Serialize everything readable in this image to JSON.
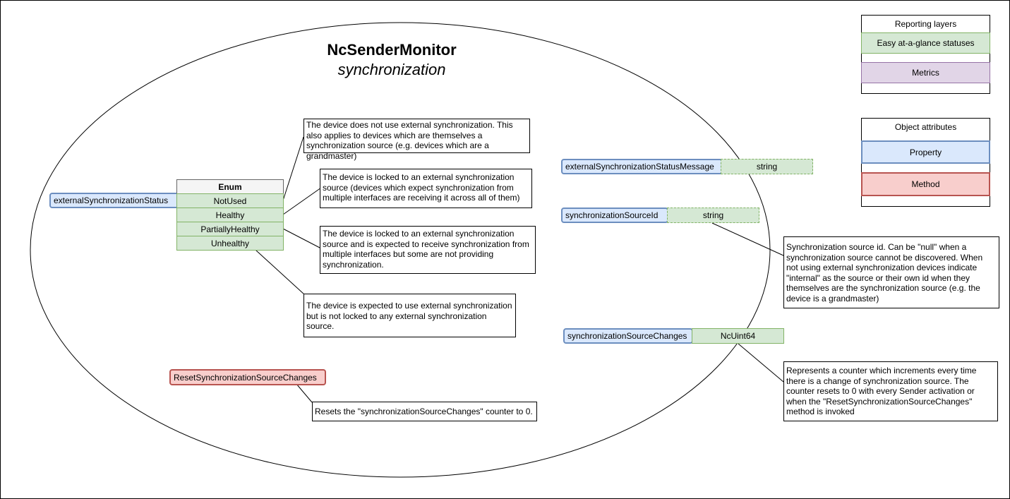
{
  "diagram": {
    "title": "NcSenderMonitor",
    "subtitle": "synchronization"
  },
  "properties": {
    "external_sync_status": "externalSynchronizationStatus",
    "external_sync_status_message": "externalSynchronizationStatusMessage",
    "sync_source_id": "synchronizationSourceId",
    "sync_source_changes": "synchronizationSourceChanges"
  },
  "types": {
    "status_message_type": "string",
    "source_id_type": "string",
    "source_changes_type": "NcUint64"
  },
  "enum": {
    "header": "Enum",
    "items": [
      "NotUsed",
      "Healthy",
      "PartiallyHealthy",
      "Unhealthy"
    ]
  },
  "methods": {
    "reset": "ResetSynchronizationSourceChanges"
  },
  "notes": {
    "not_used": "The device does not use external synchronization. This also applies to devices which are themselves a synchronization source (e.g. devices which are a grandmaster)",
    "healthy": "The device is locked to an external synchronization source (devices which expect synchronization from multiple interfaces are receiving it across all of them)",
    "partially_healthy": "The device is locked to an external synchronization source and is expected to receive synchronization from multiple interfaces but some are not providing synchronization.",
    "unhealthy": "The device is expected to use external synchronization but is not locked to any external synchronization source.",
    "reset": "Resets the \"synchronizationSourceChanges\" counter to 0.",
    "source_id": "Synchronization source id. Can be \"null\" when a synchronization source cannot be discovered. When not using external synchronization devices indicate \"internal\" as the source or their own id when they themselves are the synchronization source (e.g. the device is a grandmaster)",
    "source_changes": " Represents a counter which increments every time there is a change of synchronization source. The counter resets to 0 with every Sender activation or when the \"ResetSynchronizationSourceChanges\" method is invoked"
  },
  "legend": {
    "reporting": {
      "title": "Reporting layers",
      "statuses": "Easy at-a-glance statuses",
      "metrics": "Metrics"
    },
    "attributes": {
      "title": "Object attributes",
      "property": "Property",
      "method": "Method"
    }
  },
  "colors": {
    "property_fill": "#dae8fc",
    "property_stroke": "#6c8ebf",
    "method_fill": "#f8cecc",
    "method_stroke": "#b85450",
    "status_fill": "#d5e8d4",
    "status_stroke": "#82b366",
    "metrics_fill": "#e1d5e7",
    "metrics_stroke": "#9673a6"
  }
}
